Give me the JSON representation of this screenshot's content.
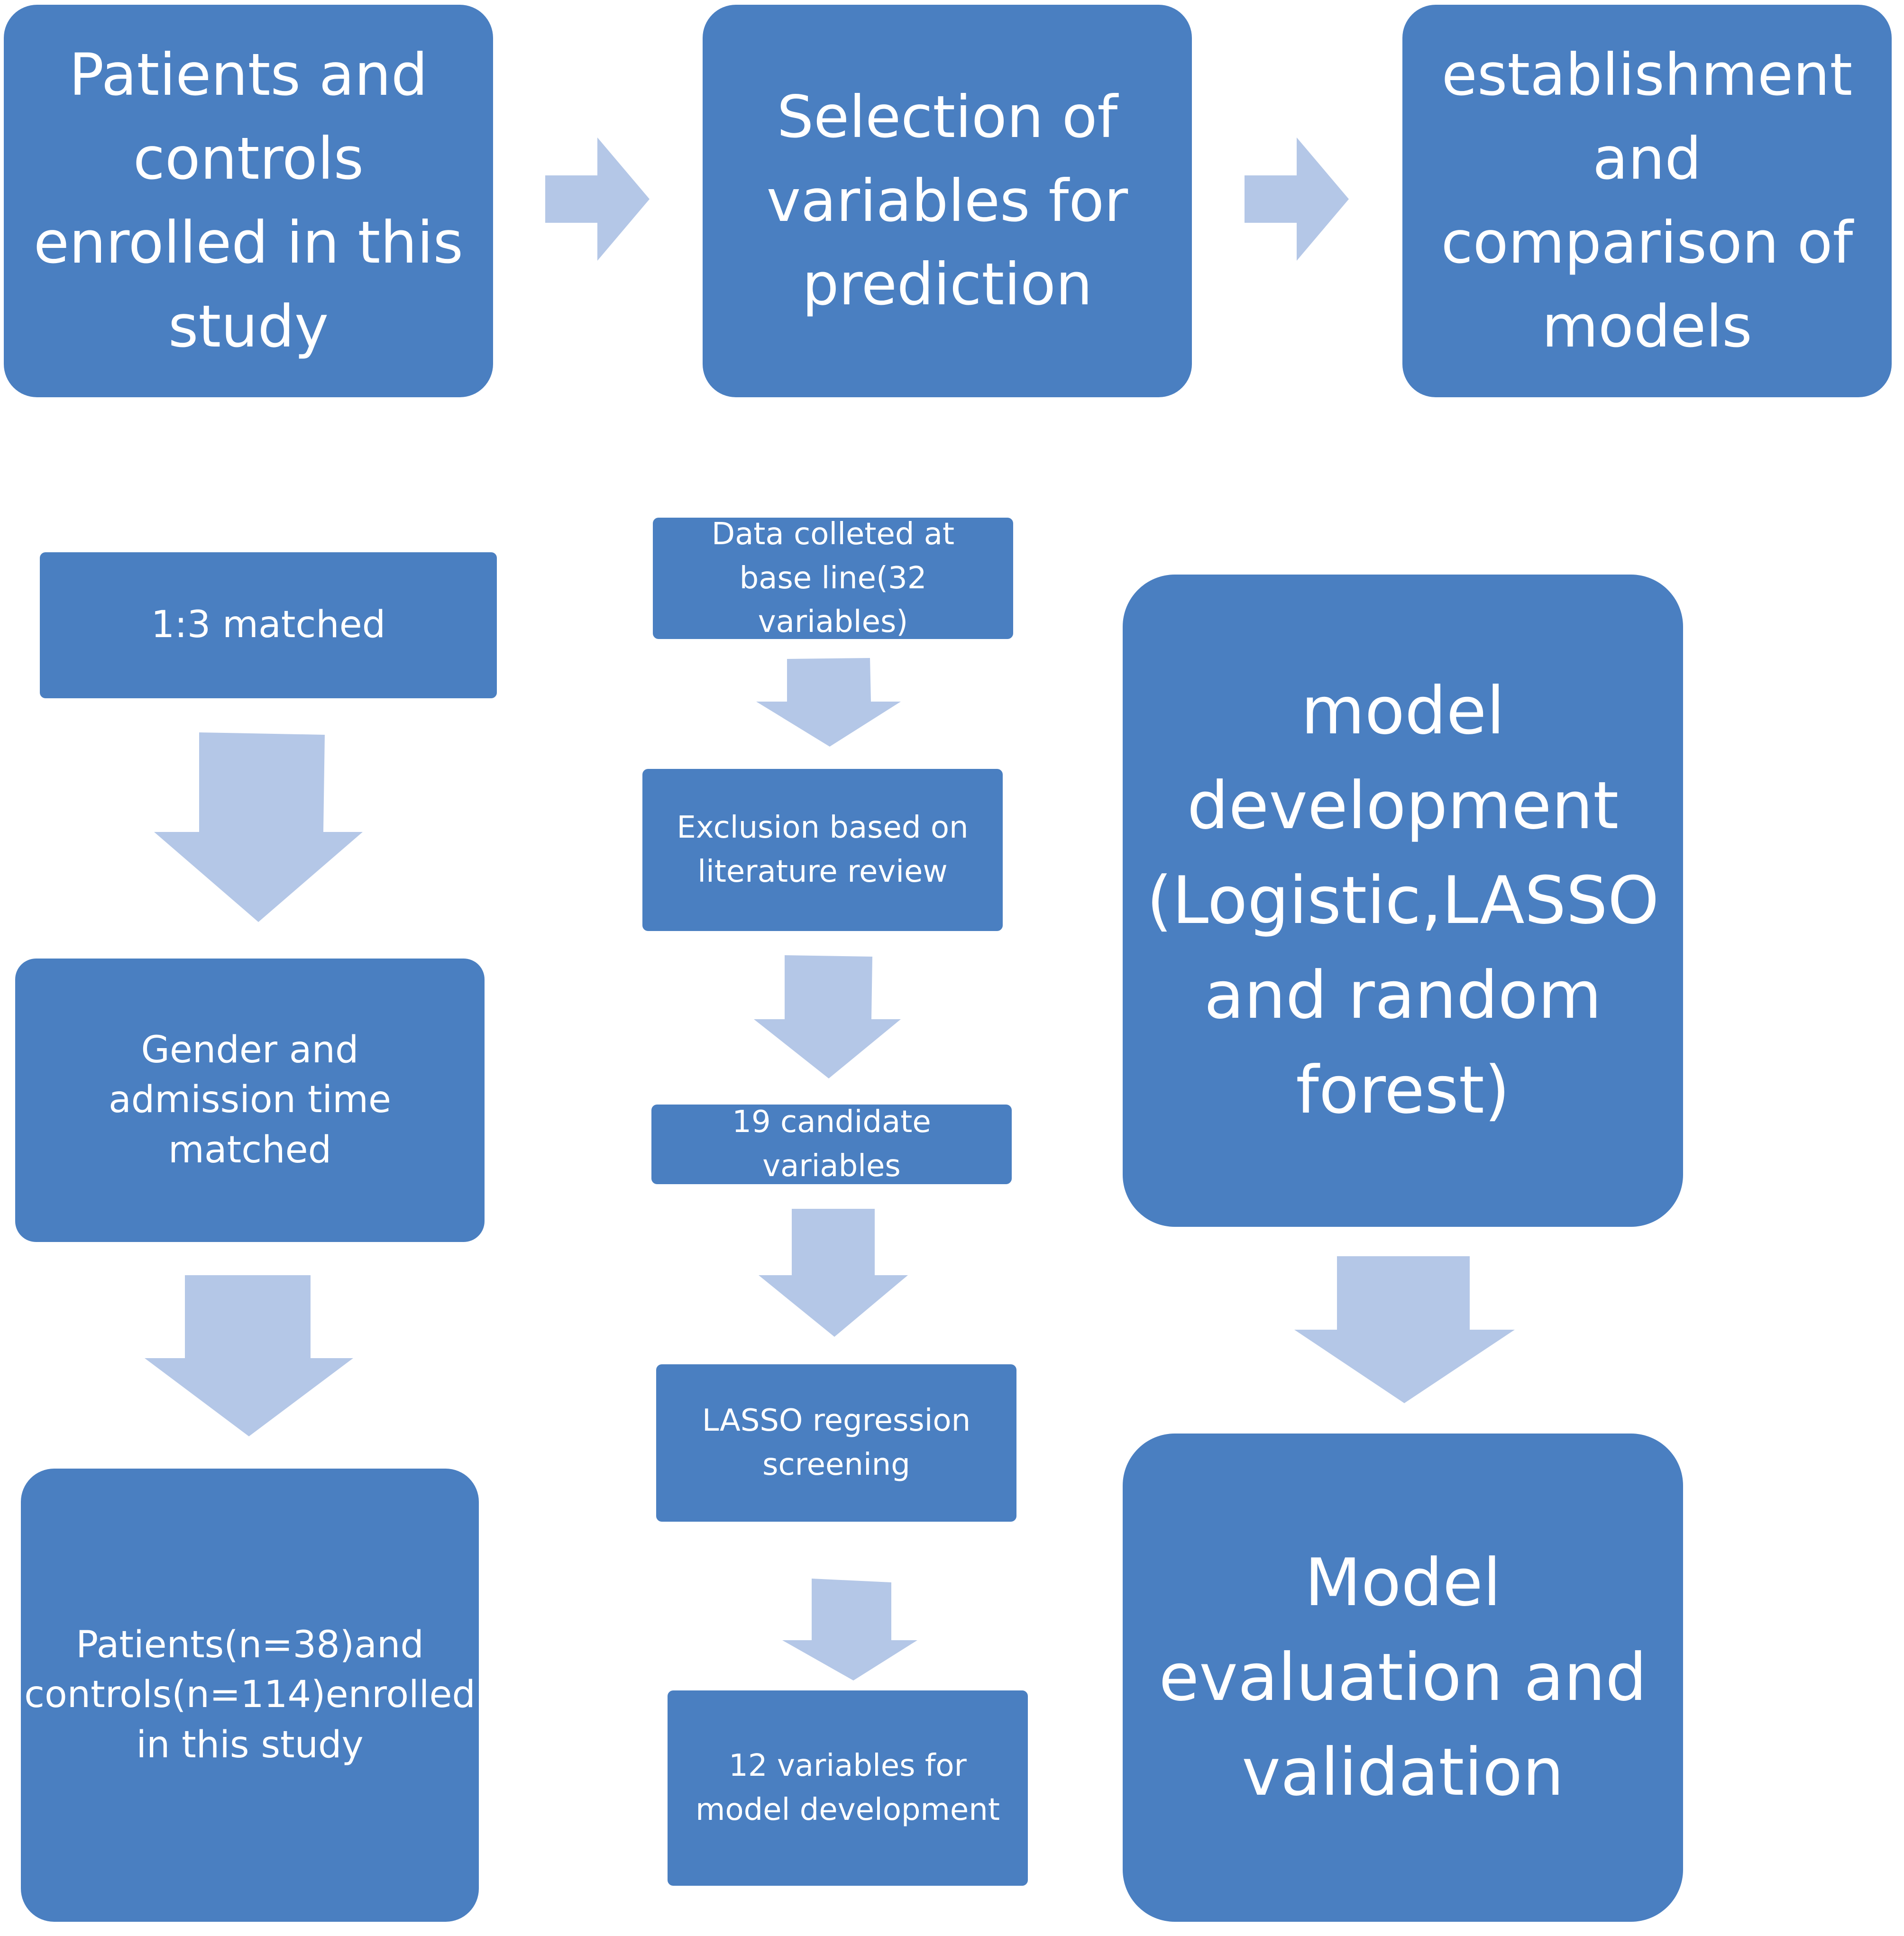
{
  "colors": {
    "box_fill": "#4a7fc1",
    "arrow_fill": "#b4c7e7",
    "text": "#ffffff"
  },
  "top": {
    "patients_controls": "Patients and controls enrolled in this study",
    "selection_variables": "Selection of variables for prediction",
    "establishment_models": "establishment and comparison of models"
  },
  "left_column": {
    "matched_1to3": "1:3 matched",
    "gender_admission": "Gender and admission time matched",
    "enrolled_counts": "Patients(n=38)and controls(n=114)enrolled in this study"
  },
  "middle_column": {
    "data_collected": "Data colleted at base line(32 variables)",
    "exclusion_literature": "Exclusion  based on literature review",
    "candidate_variables": "19 candidate variables",
    "lasso_screening": "LASSO regression screening",
    "model_variables": "12 variables for model development"
  },
  "right_column": {
    "model_development": "model development (Logistic,LASSO and random forest)",
    "model_evaluation": "Model evaluation and validation"
  }
}
